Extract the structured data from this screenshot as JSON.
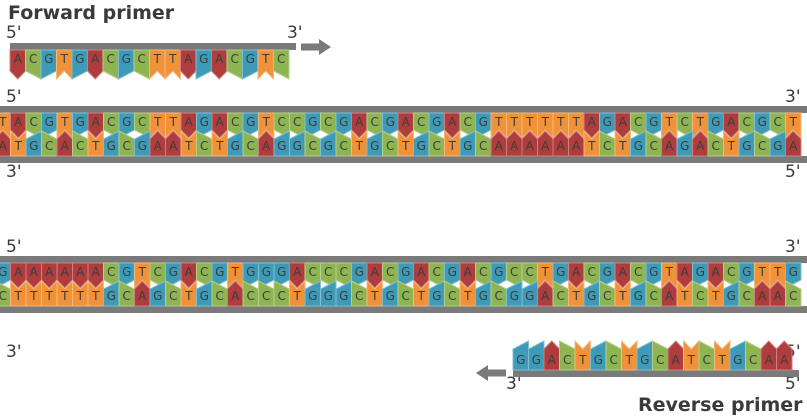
{
  "colors": {
    "A": "#b03d3d",
    "C": "#8fb553",
    "G": "#3e9bb8",
    "T": "#f0923a",
    "backbone": "#7a7a7a",
    "letter": "#3c3c3c"
  },
  "forward_primer": {
    "label": "Forward primer",
    "end_5": "5'",
    "end_3": "3'",
    "sequence": "ACGTGACGCTTAGACGTC",
    "arrow_icon": "arrow-right-icon"
  },
  "upper_duplex": {
    "top_strand": {
      "end_5": "5'",
      "end_3": "3'",
      "sequence": "TACGTGACGCTTAGACGTCCGCGACGACGACGTTTTTTAGACGTCTGACGCT"
    },
    "bottom_strand": {
      "end_3": "3'",
      "end_5": "5'",
      "sequence": "ATGCACTGCGAATCTGCAGGCGCTGCTGCTGCAAAAAATCTGCAGACTGCGA"
    }
  },
  "lower_duplex": {
    "top_strand": {
      "end_5": "5'",
      "end_3": "3'",
      "sequence": "GAAAAAACGTCGACGTGGGACCCGACGACGACGCCTGACGACGTAGACGTTG"
    },
    "bottom_strand": {
      "end_3": "3'",
      "end_5": "5'",
      "sequence": "CTTTTTTGCAGCTGCACCCTGGGCTGCTGCTGCGGACTGCTGCATCTGCAAC"
    }
  },
  "reverse_primer": {
    "label": "Reverse primer",
    "end_3": "3'",
    "end_5": "5'",
    "sequence": "GGACTGCTGCATCTGCAA",
    "arrow_icon": "arrow-left-icon"
  }
}
